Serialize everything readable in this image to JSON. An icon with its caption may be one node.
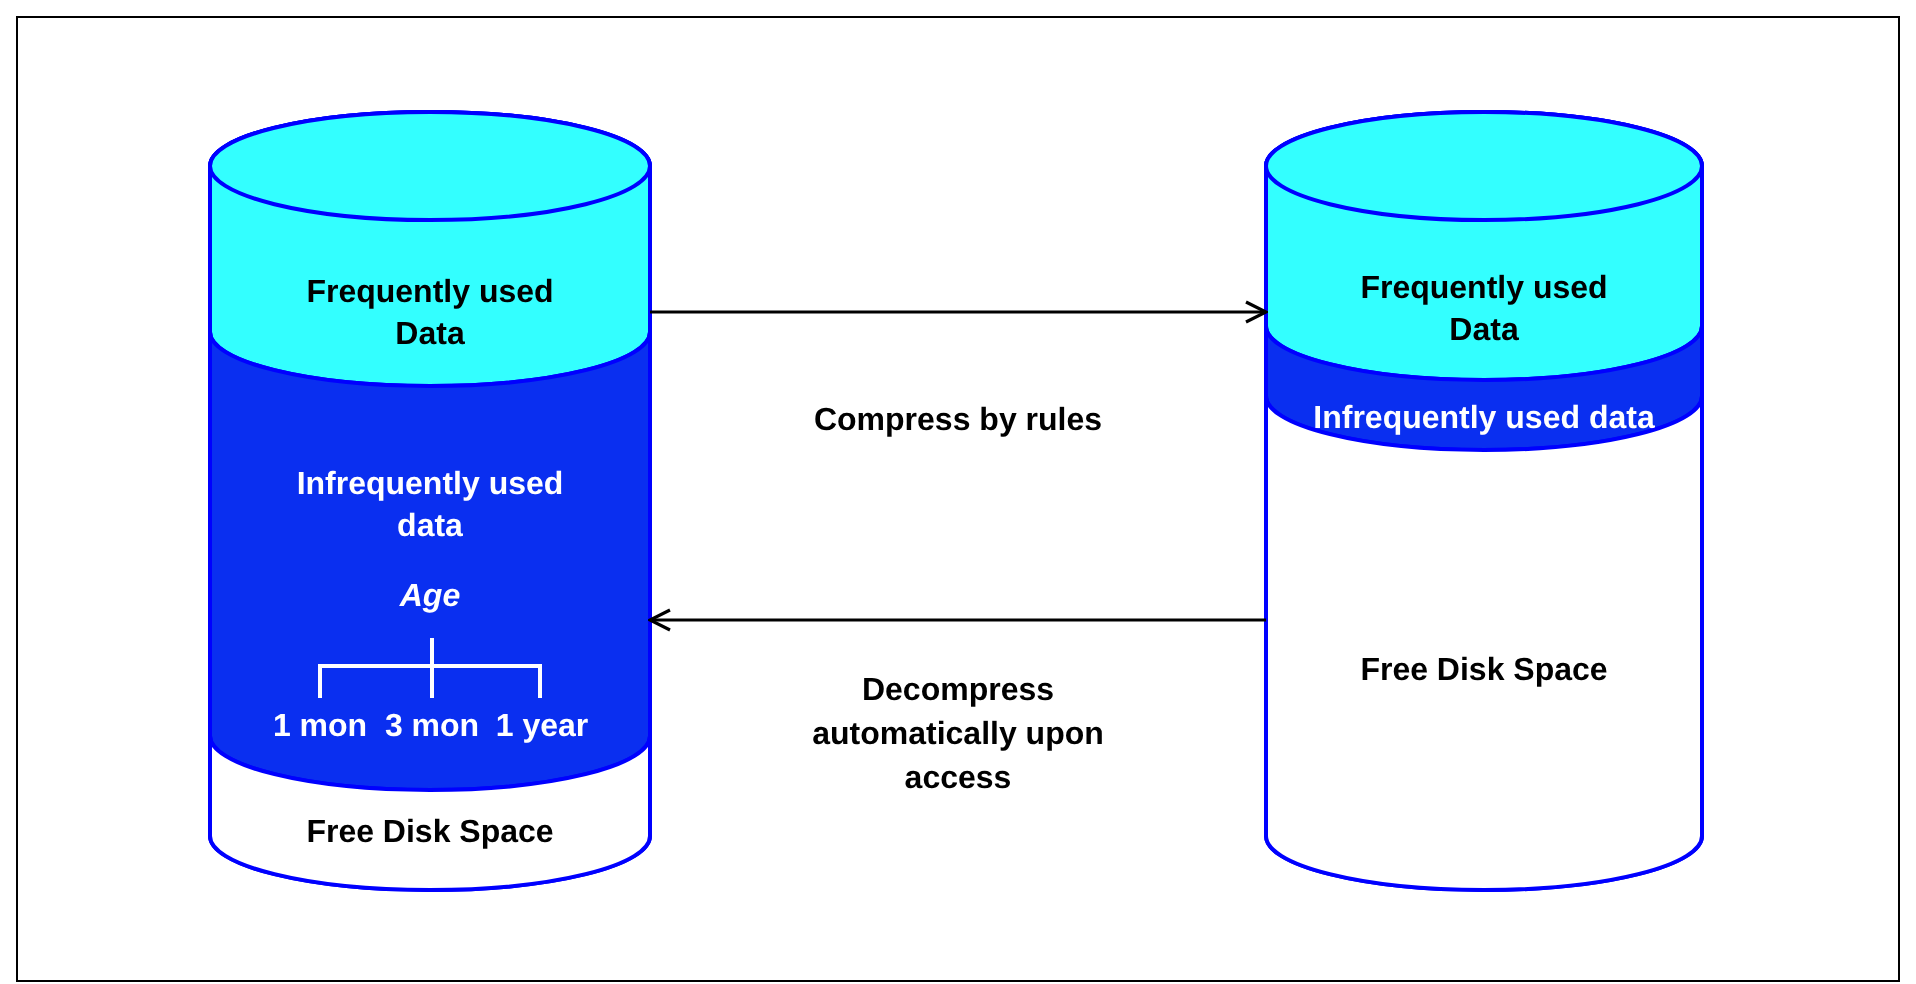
{
  "diagram": {
    "nodes": [
      {
        "text": [],
        "shape": "cylinder"
      },
      {
        "text": [
          "Frequently used Data"
        ],
        "in": 0
      },
      {
        "text": [
          "Infrequently used data",
          "Age",
          "1 mon",
          "3 mon",
          "1 year"
        ],
        "in": 0
      },
      {
        "text": [
          "Free Disk Space"
        ],
        "in": 0
      },
      {
        "text": [],
        "shape": "cylinder"
      },
      {
        "text": [
          "Frequently used Data"
        ],
        "in": 4
      },
      {
        "text": [
          "Infrequently used data"
        ],
        "in": 4
      },
      {
        "text": [
          "Free Disk Space"
        ],
        "in": 4
      }
    ],
    "edges": [
      {
        "from": 0,
        "to": 4,
        "arrow": "to",
        "label": "Compress by rules"
      },
      {
        "from": 4,
        "to": 0,
        "arrow": "to",
        "label": "Decompress automatically upon access"
      }
    ]
  }
}
